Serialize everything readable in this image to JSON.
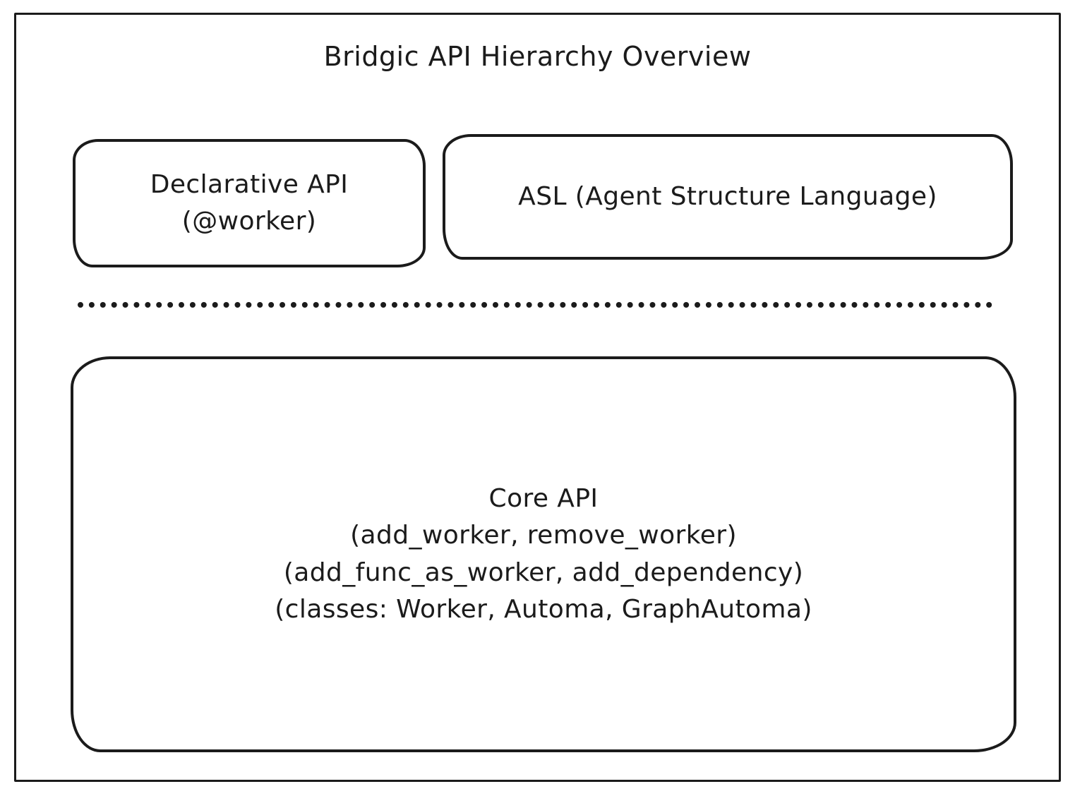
{
  "title": "Bridgic API Hierarchy Overview",
  "boxes": {
    "declarative": {
      "lines": [
        "Declarative API",
        "(@worker)"
      ]
    },
    "asl": {
      "lines": [
        "ASL (Agent Structure Language)"
      ]
    },
    "core": {
      "lines": [
        "Core API",
        "(add_worker, remove_worker)",
        "(add_func_as_worker, add_dependency)",
        "(classes: Worker, Automa, GraphAutoma)"
      ]
    }
  },
  "colors": {
    "stroke": "#1b1b1b",
    "background": "#ffffff"
  }
}
